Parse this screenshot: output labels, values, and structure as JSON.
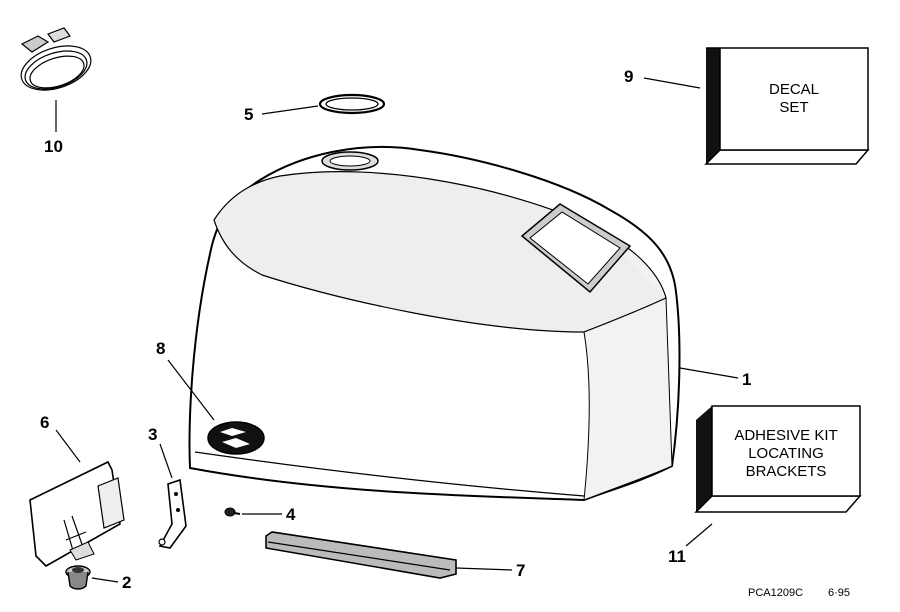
{
  "callouts": {
    "c1": "1",
    "c2": "2",
    "c3": "3",
    "c4": "4",
    "c5": "5",
    "c6": "6",
    "c7": "7",
    "c8": "8",
    "c9": "9",
    "c10": "10",
    "c11": "11"
  },
  "decal_box": {
    "line1": "DECAL",
    "line2": "SET"
  },
  "adhesive_box": {
    "line1": "ADHESIVE KIT",
    "line2": "LOCATING",
    "line3": "BRACKETS"
  },
  "footer": {
    "part_code": "PCA1209C",
    "date": "6·95"
  }
}
